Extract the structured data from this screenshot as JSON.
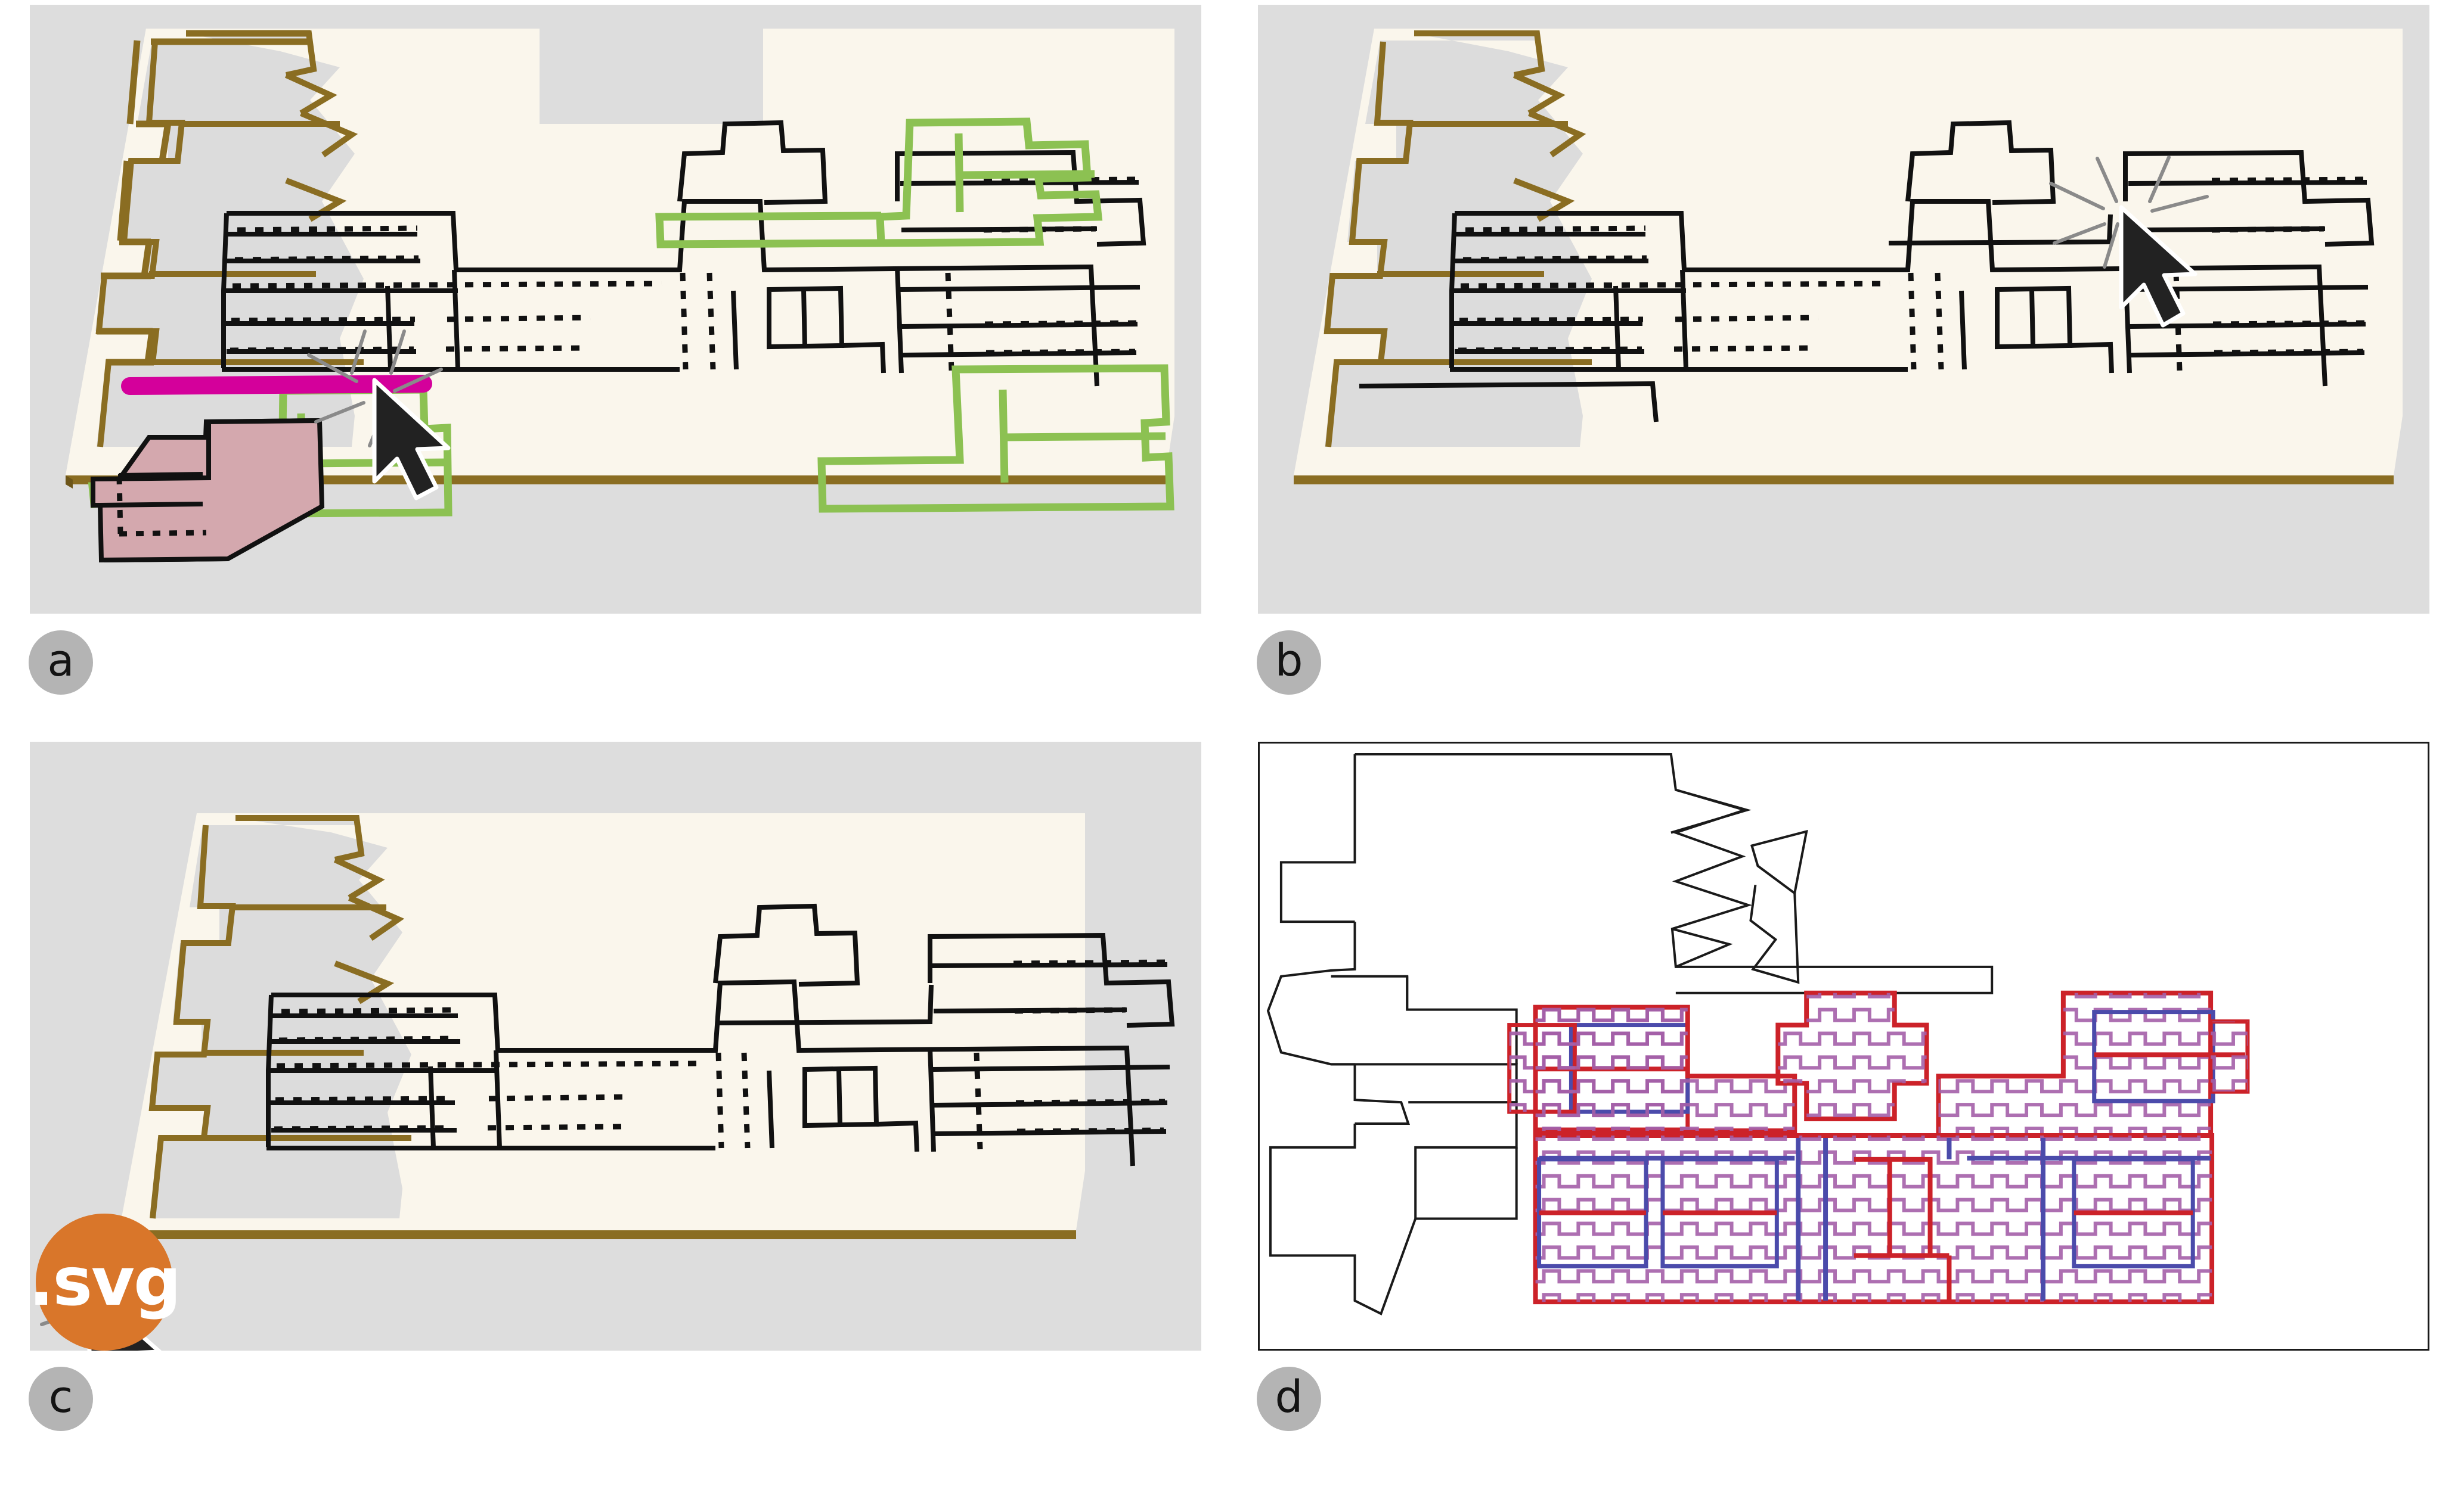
{
  "figure": {
    "panel_count": 4,
    "background": "#ffffff",
    "description": "Four-panel figure of a 3D floor-plan (BIM) editing interface"
  },
  "panels": [
    {
      "id": "a",
      "label": "a",
      "kind": "3d-viewport",
      "background": "#dddddd",
      "floor_color": "#faf6ec",
      "extrusion_color": "#8a6d22",
      "wall_color": "#111111",
      "highlights": {
        "selected_wall_color": "#d4009b",
        "selected_room_fill": "#d4a8ae",
        "selected_room_stroke": "#111111",
        "candidate_outline_color": "#8cc152"
      },
      "cursor": "arrow-cursor",
      "click_burst": true
    },
    {
      "id": "b",
      "label": "b",
      "kind": "3d-viewport",
      "background": "#dddddd",
      "floor_color": "#faf6ec",
      "extrusion_color": "#8a6d22",
      "wall_color": "#111111",
      "cursor": "arrow-cursor",
      "click_burst": true
    },
    {
      "id": "c",
      "label": "c",
      "kind": "3d-viewport",
      "background": "#dddddd",
      "floor_color": "#faf6ec",
      "extrusion_color": "#8a6d22",
      "wall_color": "#111111",
      "cursor": "arrow-cursor",
      "click_burst": true,
      "badge": {
        "name": "svg-export-badge",
        "text": ".svg",
        "background": "#d9762a",
        "text_color": "#ffffff"
      }
    },
    {
      "id": "d",
      "label": "d",
      "kind": "2d-vector-export",
      "background": "#ffffff",
      "border_color": "#1a1a1a",
      "outline_color": "#1a1a1a",
      "hatch_colors": {
        "outer_wall": "#cc2229",
        "inner_wall": "#4b4bab",
        "castellation": "#a45fa8"
      }
    }
  ],
  "colors": {
    "page_background": "#ffffff",
    "viewport_background": "#dddddd",
    "floor_slab": "#faf6ec",
    "slab_edge": "#8a6d22",
    "wall_stroke": "#111111",
    "selection_magenta": "#d4009b",
    "selection_room_fill": "#d4a8ae",
    "candidate_green": "#8cc152",
    "svg_orange": "#d9762a",
    "caption_bubble": "#b4b4b4",
    "caption_text": "#131313",
    "cursor_fill": "#222222",
    "cursor_outline": "#ffffff",
    "burst_ray": "#8a8a8a",
    "export_red": "#cc2229",
    "export_blue": "#4b4bab",
    "export_purple": "#a45fa8"
  },
  "labels": {
    "a": "a",
    "b": "b",
    "c": "c",
    "d": "d",
    "svg_badge": ".svg"
  }
}
